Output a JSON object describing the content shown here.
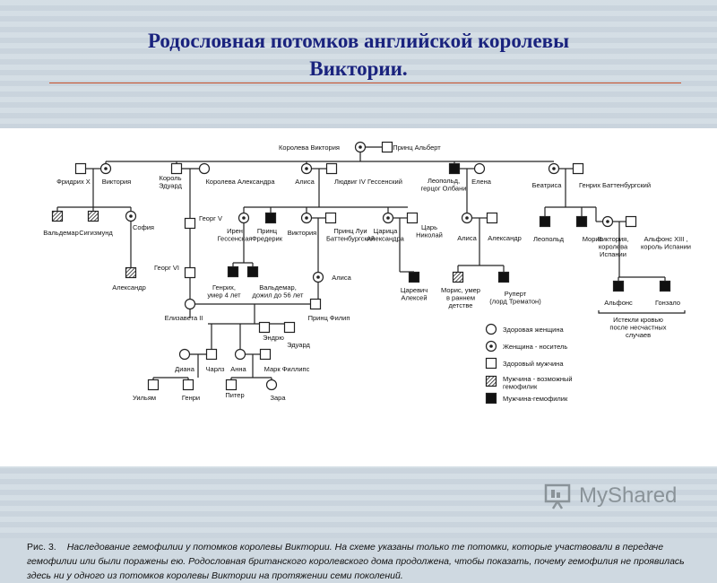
{
  "slide": {
    "title_line1": "Родословная потомков английской королевы",
    "title_line2": "Виктории."
  },
  "pedigree": {
    "people": {
      "victoria": "Королева Виктория",
      "albert": "Принц Альберт",
      "friedrich": "Фридрих X",
      "victoria_d": "Виктория",
      "edward": "Король\nЭдуард",
      "alexandra": "Королева Александра",
      "alice": "Алиса",
      "ludwig": "Людвиг IV Гессенский",
      "leopold": "Леопольд,\nгерцог Олбани",
      "helena": "Елена",
      "beatrice": "Беатриса",
      "henry_b": "Генрих Баттенбургский",
      "waldemar": "Вальдемар",
      "sigismund": "Сигизмунд",
      "sophia": "София",
      "george5": "Георг V",
      "irene": "Ирен\nГессенская",
      "frederick": "Принц\nФредерик",
      "victoria2": "Виктория",
      "louis": "Принц Луи\nБаттенбургский",
      "tsarina": "Царица\nАлександра",
      "tsar": "Царь\nНиколай",
      "alice2": "Алиса",
      "alexander": "Александр",
      "leopold2": "Леопольд",
      "maurice": "Морис",
      "victoria_queen": "Виктория,\nкоролева\nИспании",
      "alfonso13": "Альфонс XIII ,\nкороль Испании",
      "alexander2": "Александр",
      "george6": "Георг VI",
      "henry2": "Генрих,\nумер 4 лет",
      "waldemar2": "Вальдемар,\nдожил до 56 лет",
      "alice3": "Алиса",
      "tsarevich": "Царевич\nАлексей",
      "maurice2": "Морис, умер\nв раннем\nдетстве",
      "rupert": "Руперт\n(лорд Трематон)",
      "alfonso": "Альфонс",
      "gonzalo": "Гонзало",
      "elizabeth": "Елизавета II",
      "philip": "Принц Филип",
      "andrew": "Эндрю",
      "edward2": "Эдуард",
      "diana": "Диана",
      "charles": "Чарлз",
      "anne": "Анна",
      "mark": "Марк Филлипс",
      "william": "Уильям",
      "henry3": "Генри",
      "peter": "Питер",
      "zara": "Зара"
    },
    "note_bled": "Истекли кровью\nпосле несчастных\nслучаев",
    "legend": {
      "healthy_female": "Здоровая женщина",
      "carrier": "Женщина - носитель",
      "healthy_male": "Здоровый мужчина",
      "possible": "Мужчина - возможный\nгемофилик",
      "hemophiliac": "Мужчина-гемофилик"
    }
  },
  "caption": {
    "fig": "Рис.   3.",
    "text": "Наследование гемофилии у потомков королевы Виктории. На схеме указаны только те потомки, которые участвовали в передаче гемофилии или были поражены ею. Родословная британского королевского дома продолжена, чтобы показать, почему гемофилия не проявилась здесь ни у одного из потомков королевы Виктории на протяжении семи поколений."
  },
  "logo": {
    "text": "MyShared"
  }
}
